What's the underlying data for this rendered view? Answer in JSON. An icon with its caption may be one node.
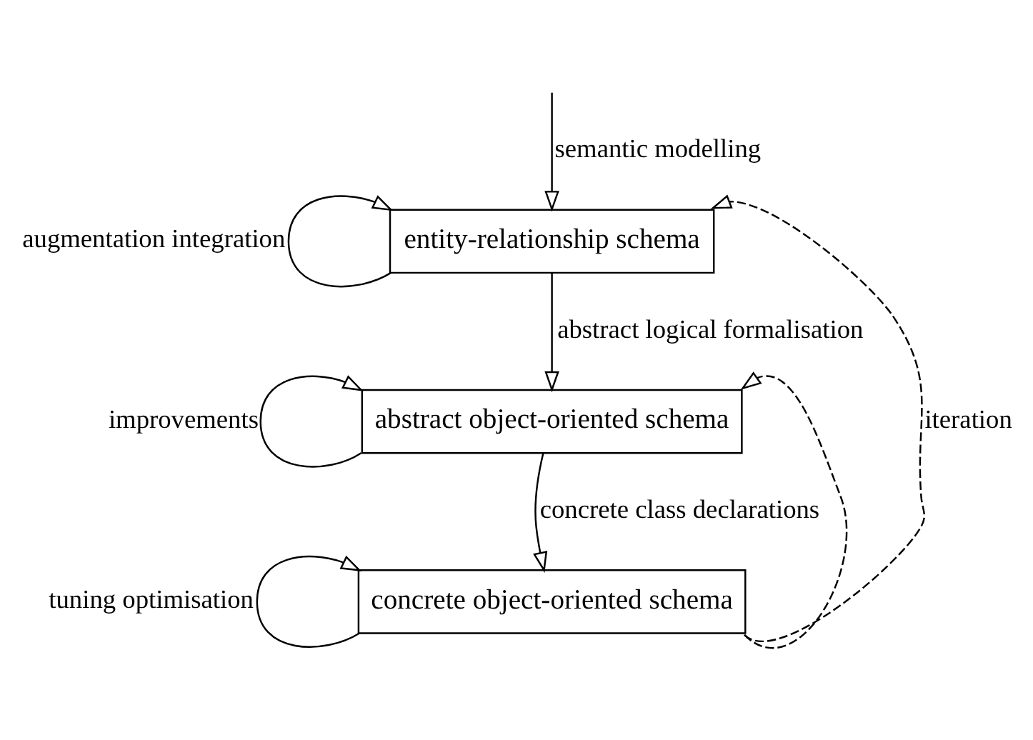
{
  "diagram": {
    "nodes": [
      {
        "text": [
          "entity-relationship schema"
        ]
      },
      {
        "text": [
          "abstract object-oriented schema"
        ]
      },
      {
        "text": [
          "concrete object-oriented schema"
        ]
      }
    ],
    "edges": [
      {
        "from": null,
        "to": 0,
        "arrow": "to",
        "label": "semantic modelling"
      },
      {
        "from": 0,
        "to": 0,
        "arrow": "to",
        "label": "augmentation integration"
      },
      {
        "from": 0,
        "to": 1,
        "arrow": "to",
        "label": "abstract logical formalisation"
      },
      {
        "from": 1,
        "to": 1,
        "arrow": "to",
        "label": "improvements"
      },
      {
        "from": 1,
        "to": 2,
        "arrow": "to",
        "label": "concrete class declarations"
      },
      {
        "from": 2,
        "to": 2,
        "arrow": "to",
        "label": "tuning optimisation"
      },
      {
        "from": 2,
        "to": 1,
        "arrow": "to",
        "style": "dashed"
      },
      {
        "from": 2,
        "to": 0,
        "arrow": "to",
        "style": "dashed",
        "label": "iteration"
      }
    ]
  }
}
